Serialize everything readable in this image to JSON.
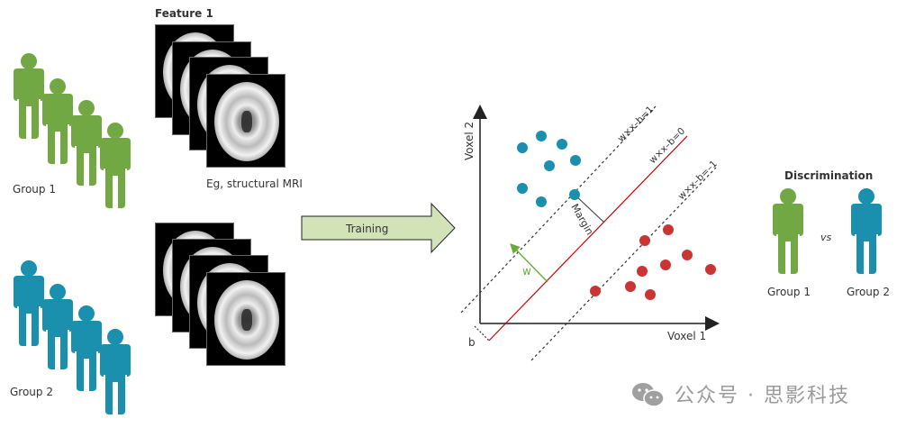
{
  "left": {
    "group1_label": "Group 1",
    "group2_label": "Group 2",
    "group1_color": "#72a844",
    "group2_color": "#1a8fae"
  },
  "features": {
    "title": "Feature 1",
    "caption": "Eg, structural MRI"
  },
  "training_arrow": {
    "label": "Training",
    "fill": "#d3e3b8"
  },
  "svm_plot": {
    "x_axis_label": "Voxel 1",
    "y_axis_label": "Voxel 2",
    "upper_margin_label": "w×x–b=1",
    "hyperplane_label": "w×x–b=0",
    "lower_margin_label": "w×x–b=–1",
    "margin_label": "Margin",
    "weight_label": "w",
    "bias_label": "b",
    "class1_color": "#1a8fae",
    "class2_color": "#cc3333",
    "hyperplane_color": "#cc0000",
    "weight_color": "#6aaa3a"
  },
  "discrimination": {
    "title": "Discrimination",
    "vs_label": "vs",
    "group1_label": "Group 1",
    "group2_label": "Group 2"
  },
  "watermark": {
    "icon": "wechat-icon",
    "text": "公众号 · 思影科技"
  }
}
